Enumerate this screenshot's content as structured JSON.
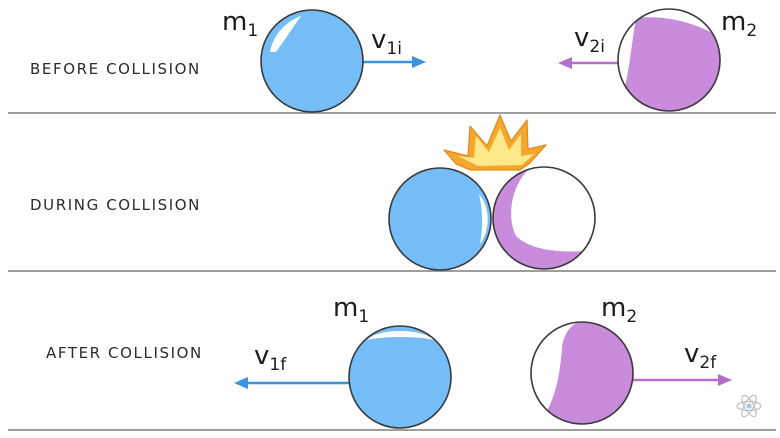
{
  "labels": {
    "before": "BEFORE COLLISION",
    "during": "DURING COLLISION",
    "after": "AFTER COLLISION"
  },
  "symbols": {
    "m1_before": {
      "main": "m",
      "sub": "1"
    },
    "m2_before": {
      "main": "m",
      "sub": "2"
    },
    "v1i": {
      "main": "v",
      "sub": "1i"
    },
    "v2i": {
      "main": "v",
      "sub": "2i"
    },
    "m1_after": {
      "main": "m",
      "sub": "1"
    },
    "m2_after": {
      "main": "m",
      "sub": "2"
    },
    "v1f": {
      "main": "v",
      "sub": "1f"
    },
    "v2f": {
      "main": "v",
      "sub": "2f"
    }
  },
  "colors": {
    "blue_ball": "#74bdf7",
    "purple_ball": "#c98bdc",
    "blue_arrow": "#3b93dc",
    "purple_arrow": "#b46fcd",
    "burst_outer": "#f4a72e",
    "burst_inner": "#fde88a"
  },
  "icons": {
    "watermark": "atom-icon"
  }
}
